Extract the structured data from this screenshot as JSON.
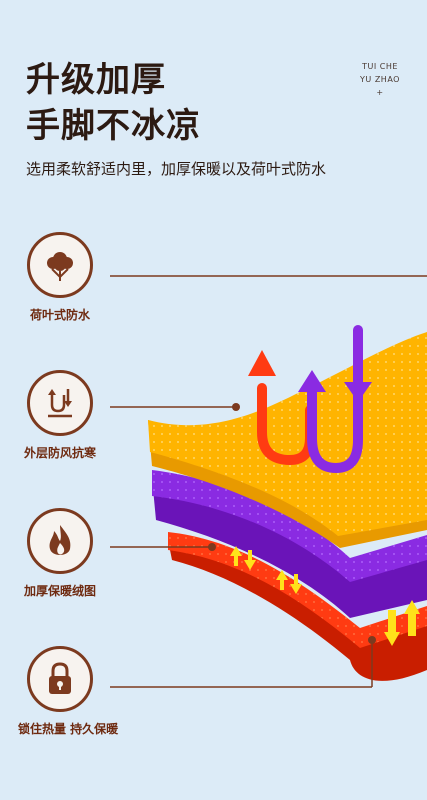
{
  "headline": {
    "line1": "升级加厚",
    "line2": "手脚不冰凉"
  },
  "brand": {
    "line1": "TUI CHE",
    "line2": "YU ZHAO",
    "mark": "+"
  },
  "subtitle": "选用柔软舒适内里，加厚保暖以及荷叶式防水",
  "features": [
    {
      "label": "荷叶式防水",
      "icon": "cotton-plant-icon"
    },
    {
      "label": "外层防风抗寒",
      "icon": "u-arrows-icon"
    },
    {
      "label": "加厚保暖绒图",
      "icon": "flame-icon"
    },
    {
      "label": "锁住热量 持久保暖",
      "icon": "padlock-icon"
    }
  ],
  "colors": {
    "background": "#dcebf7",
    "icon_brown": "#7c3a1f",
    "yellow_layer": "#ffb400",
    "purple_layer": "#8a2be2",
    "red_layer": "#ff3b12"
  }
}
